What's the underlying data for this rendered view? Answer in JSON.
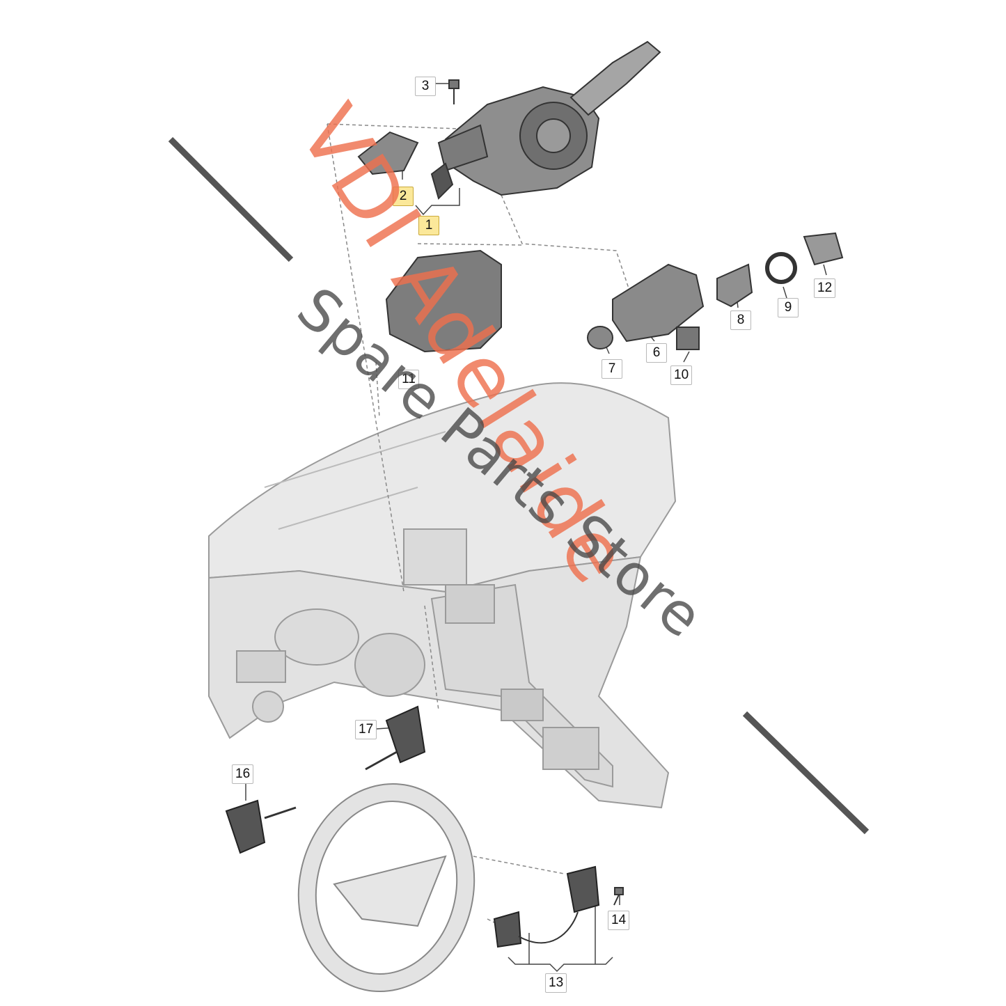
{
  "diagram": {
    "callouts": [
      {
        "id": "c1",
        "text": "1",
        "highlight": true
      },
      {
        "id": "c2",
        "text": "2",
        "highlight": true
      },
      {
        "id": "c3",
        "text": "3"
      },
      {
        "id": "c6",
        "text": "6"
      },
      {
        "id": "c7",
        "text": "7"
      },
      {
        "id": "c8",
        "text": "8"
      },
      {
        "id": "c9",
        "text": "9"
      },
      {
        "id": "c10",
        "text": "10"
      },
      {
        "id": "c11",
        "text": "11"
      },
      {
        "id": "c12",
        "text": "12"
      },
      {
        "id": "c13",
        "text": "13"
      },
      {
        "id": "c14",
        "text": "14"
      },
      {
        "id": "c16",
        "text": "16"
      },
      {
        "id": "c17",
        "text": "17"
      }
    ],
    "highlight_color": "#fbe89a"
  },
  "watermark": {
    "brand": "VDI Adelaide",
    "tagline": "Spare Parts Store",
    "brand_color": "#ee704e",
    "tagline_color": "#464646"
  }
}
